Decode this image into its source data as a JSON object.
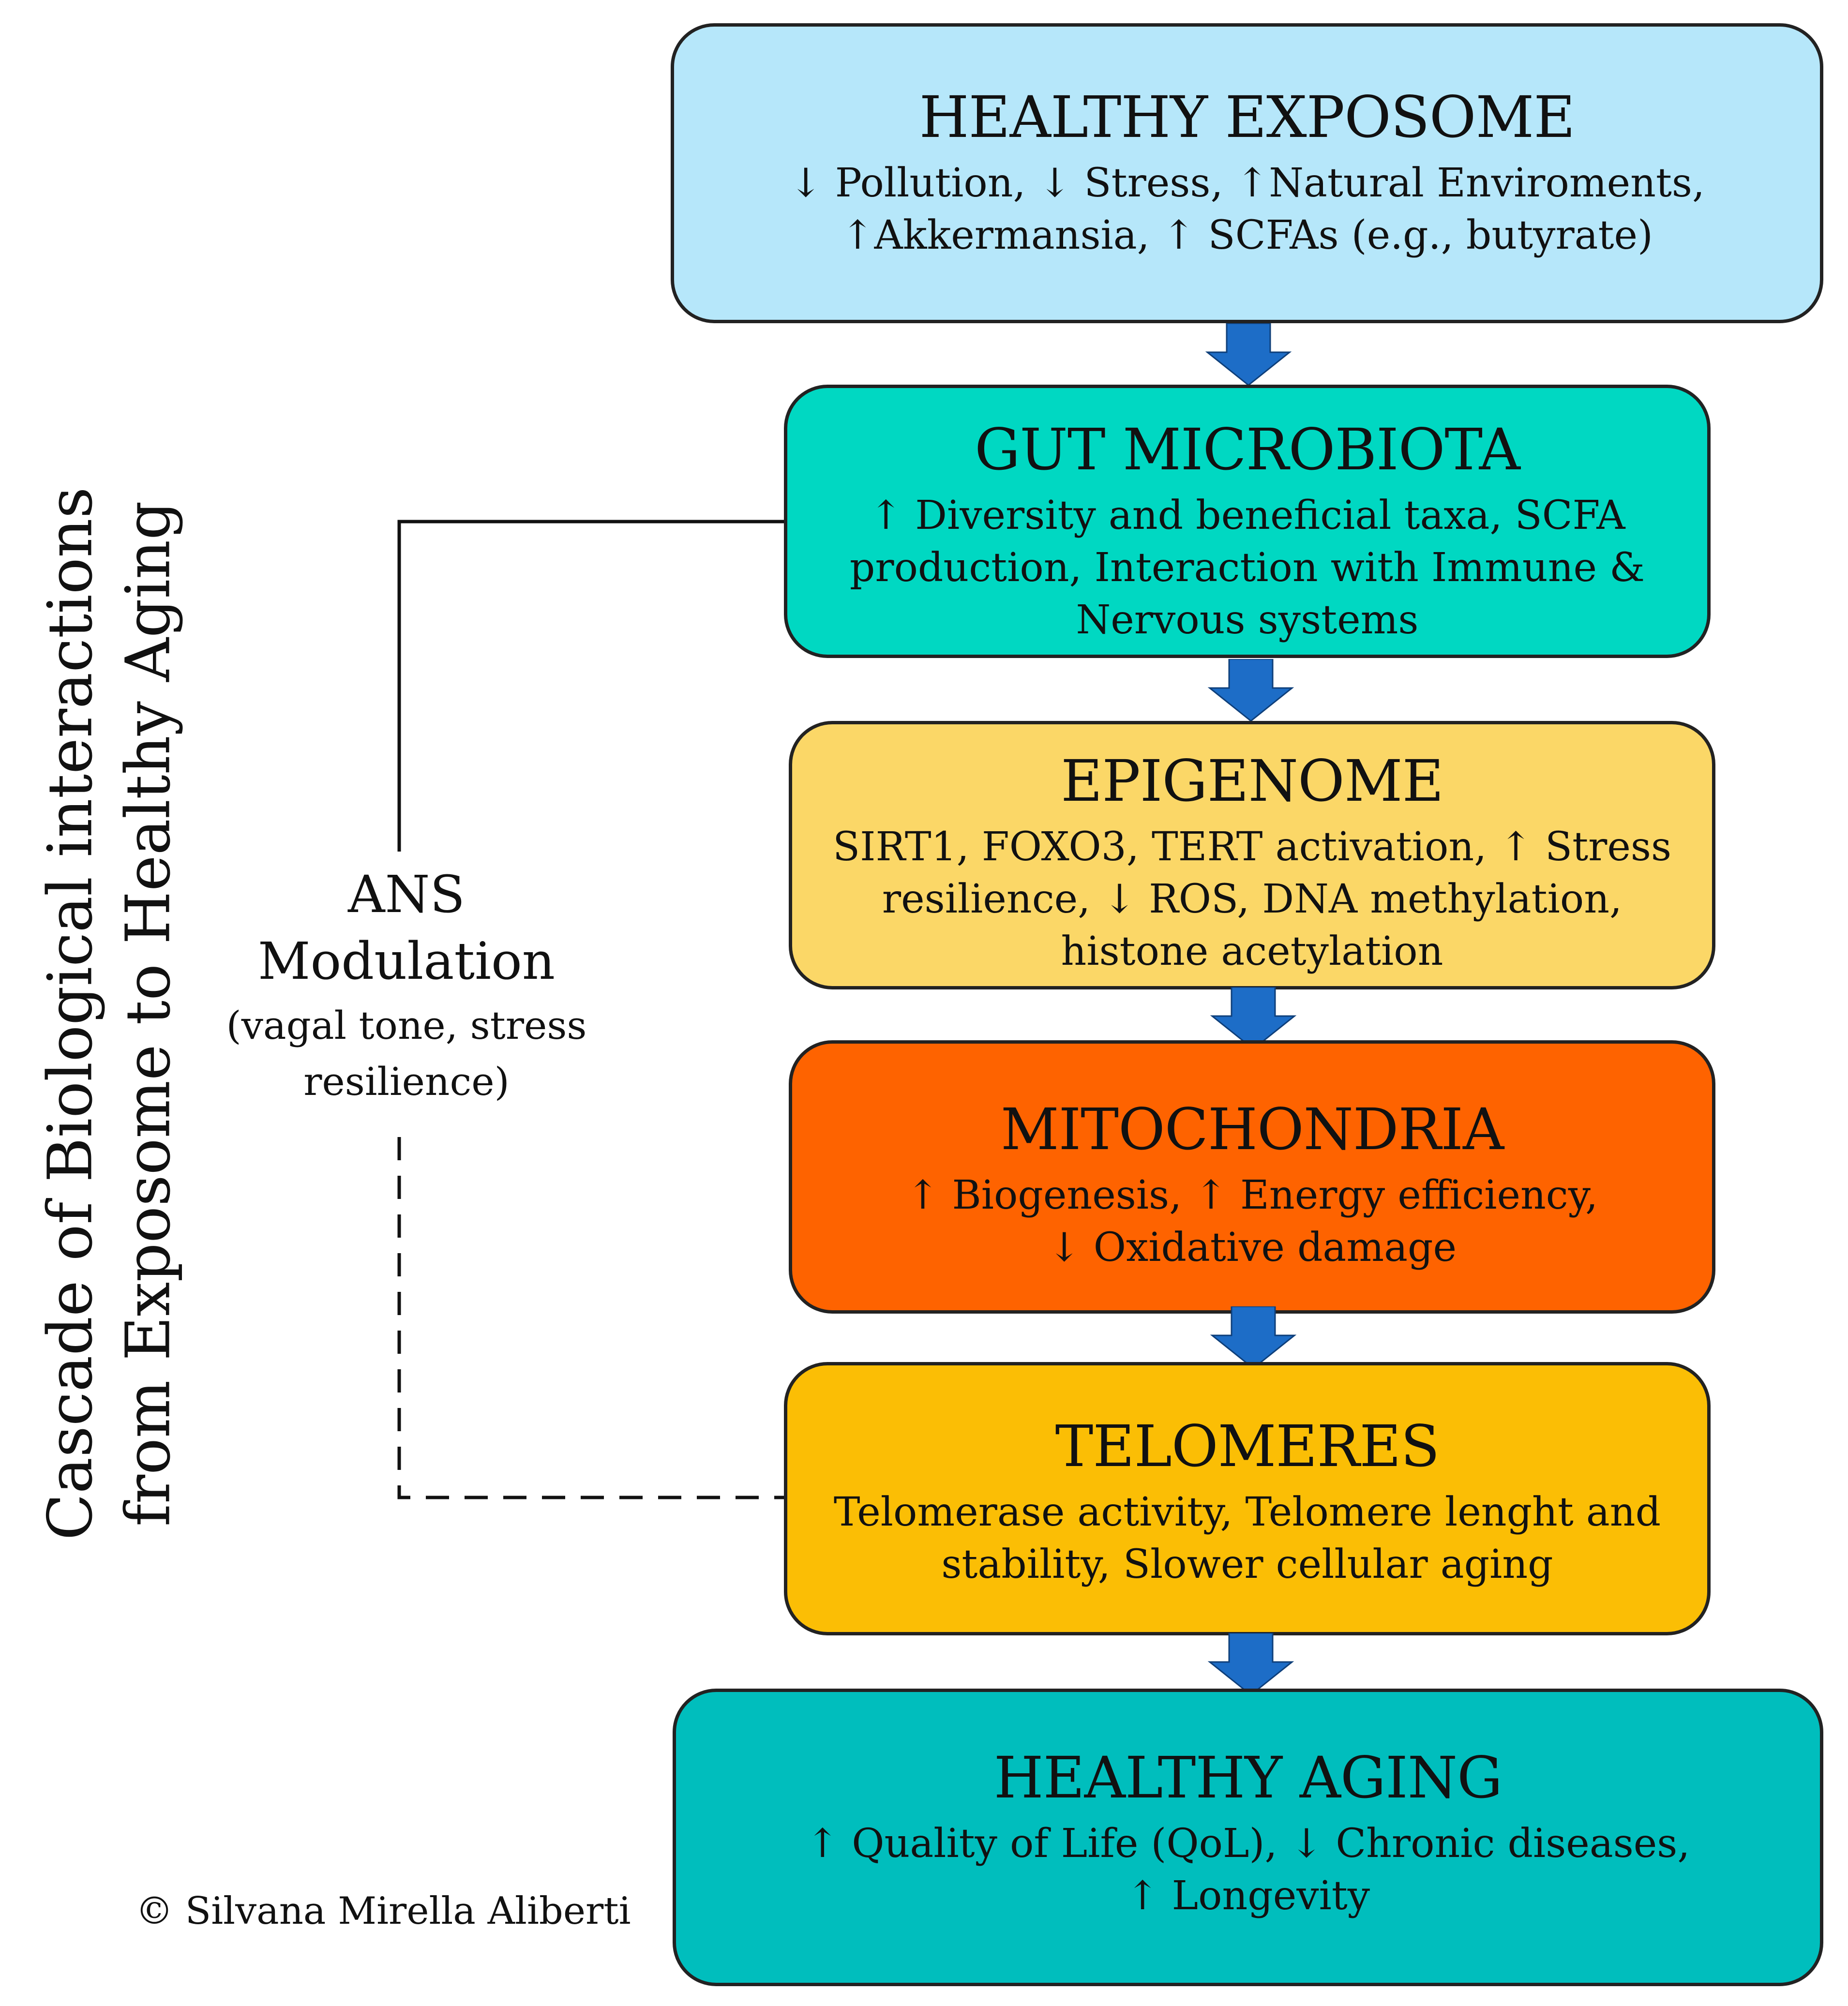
{
  "vertical_title": "Cascade of Biological interactions from Exposome to Healthy Aging",
  "boxes": {
    "exposome": {
      "title": "HEALTHY EXPOSOME",
      "line1": "↓ Pollution, ↓ Stress, ↑Natural Enviroments,",
      "line2": "↑Akkermansia, ↑ SCFAs (e.g., butyrate)",
      "color": "#b6e7fa"
    },
    "microbiota": {
      "title": "GUT MICROBIOTA",
      "line1": "↑ Diversity and beneficial taxa, SCFA",
      "line2": "production, Interaction with Immune &",
      "line3": "Nervous systems",
      "color": "#00d8c2"
    },
    "epigenome": {
      "title": "EPIGENOME",
      "line1": "SIRT1, FOXO3, TERT activation, ↑ Stress",
      "line2": "resilience, ↓ ROS, DNA methylation,",
      "line3": "histone acetylation",
      "color": "#fbd767"
    },
    "mitochondria": {
      "title": "MITOCHONDRIA",
      "line1": "↑ Biogenesis, ↑ Energy efficiency,",
      "line2": "↓ Oxidative damage",
      "color": "#fe6300"
    },
    "telomeres": {
      "title": "TELOMERES",
      "line1": "Telomerase activity, Telomere lenght and",
      "line2": "stability, Slower cellular aging",
      "color": "#fbbe05"
    },
    "aging": {
      "title": "HEALTHY AGING",
      "line1": "↑ Quality of Life (QoL), ↓ Chronic diseases,",
      "line2": "↑ Longevity",
      "color": "#00bebd"
    }
  },
  "ans": {
    "title_line1": "ANS",
    "title_line2": "Modulation",
    "sub_line1": "(vagal tone, stress",
    "sub_line2": "resilience)"
  },
  "copyright": "© Silvana Mirella Aliberti",
  "arrow_color": "#1d6dc7"
}
